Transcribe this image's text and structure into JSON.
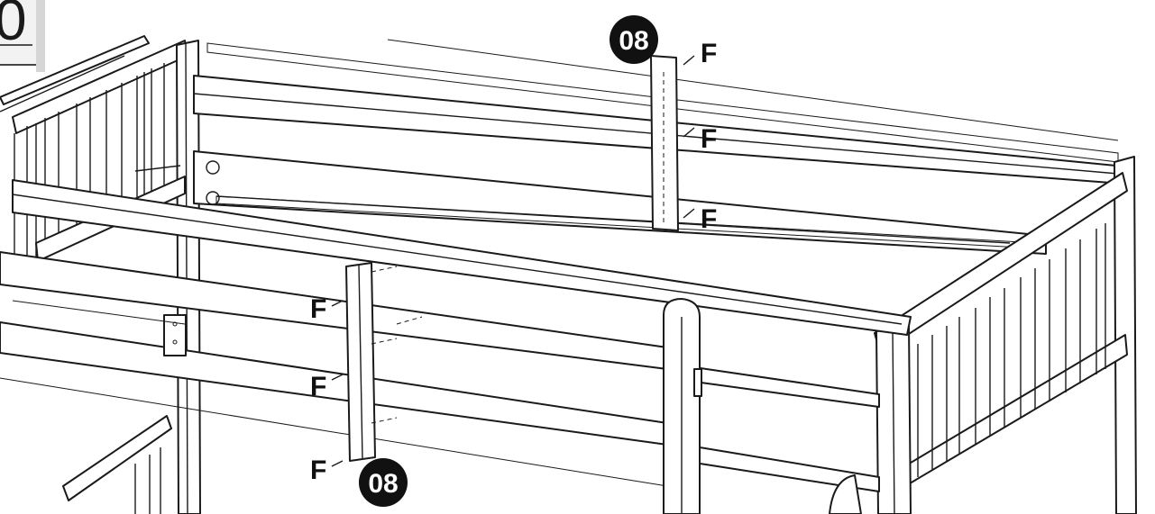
{
  "step_box": {
    "number_fragment": "0"
  },
  "part_labels": [
    {
      "id": "top-post",
      "text": "08"
    },
    {
      "id": "bottom-post",
      "text": "08"
    }
  ],
  "screw_labels": [
    {
      "id": "screw-top-1",
      "text": "F"
    },
    {
      "id": "screw-top-2",
      "text": "F"
    },
    {
      "id": "screw-top-3",
      "text": "F"
    },
    {
      "id": "screw-front-1",
      "text": "F"
    },
    {
      "id": "screw-front-2",
      "text": "F"
    },
    {
      "id": "screw-front-3",
      "text": "F"
    }
  ],
  "colors": {
    "line": "#1a1a1a",
    "badge": "#111111",
    "background": "#ffffff"
  }
}
